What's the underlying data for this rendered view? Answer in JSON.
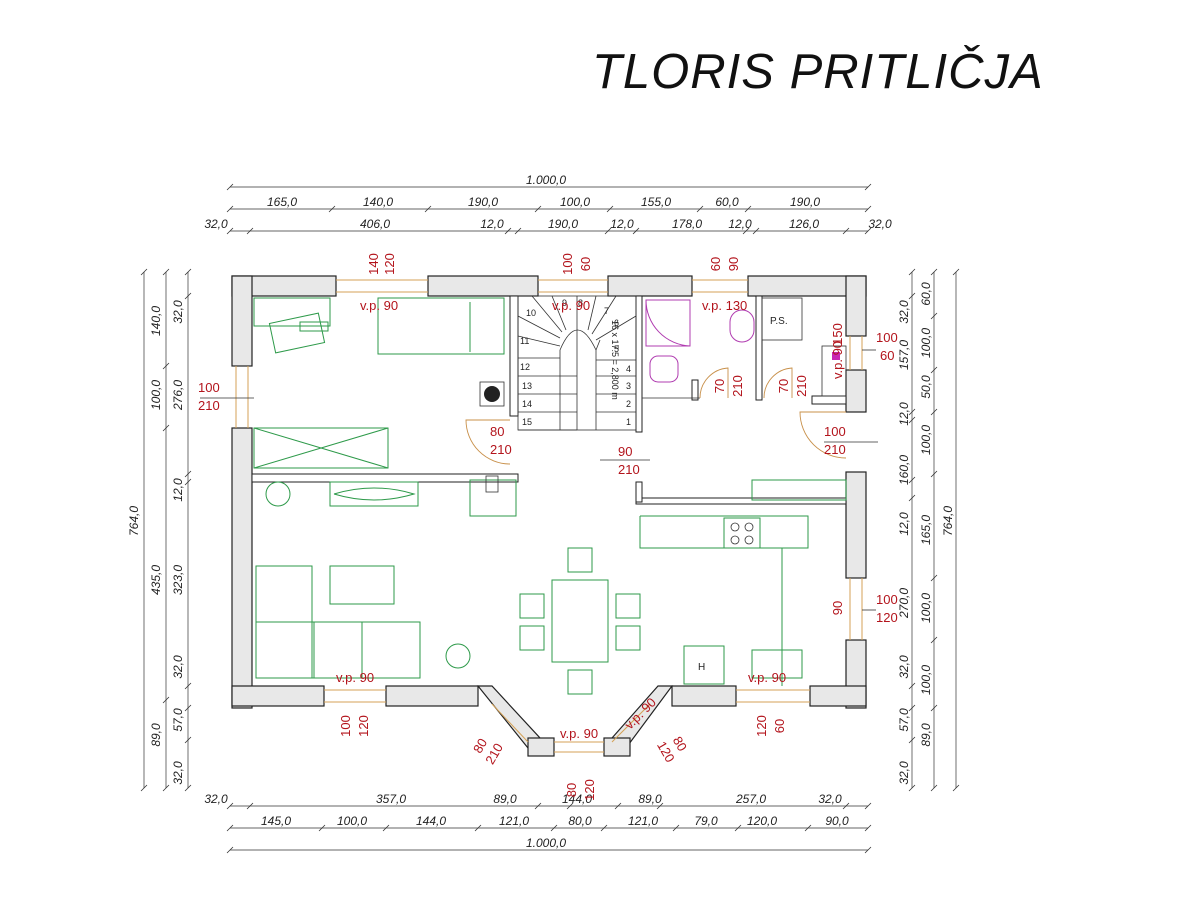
{
  "title": "TLORIS PRITLIČJA",
  "dims": {
    "top_total": "1.000,0",
    "top_row1": [
      "165,0",
      "140,0",
      "190,0",
      "100,0",
      "155,0",
      "60,0",
      "190,0"
    ],
    "top_row2": [
      "32,0",
      "406,0",
      "12,0",
      "190,0",
      "12,0",
      "178,0",
      "12,0",
      "126,0",
      "32,0"
    ],
    "bottom_row1": [
      "32,0",
      "357,0",
      "89,0",
      "144,0",
      "89,0",
      "257,0",
      "32,0"
    ],
    "bottom_row2": [
      "145,0",
      "100,0",
      "144,0",
      "121,0",
      "80,0",
      "121,0",
      "79,0",
      "120,0",
      "90,0"
    ],
    "bottom_total": "1.000,0",
    "left_total": "764,0",
    "left_outer": [
      "140,0",
      "100,0",
      "435,0",
      "89,0"
    ],
    "left_inner": [
      "32,0",
      "276,0",
      "12,0",
      "323,0",
      "32,0",
      "57,0",
      "32,0"
    ],
    "right_total": "764,0",
    "right_inner": [
      "32,0",
      "157,0",
      "12,0",
      "160,0",
      "12,0",
      "270,0",
      "32,0",
      "57,0",
      "32,0"
    ],
    "right_outer": [
      "60,0",
      "100,0",
      "50,0",
      "100,0",
      "165,0",
      "100,0",
      "100,0",
      "89,0"
    ]
  },
  "openings": [
    {
      "w": "140",
      "h": "120"
    },
    {
      "w": "100",
      "h": "60"
    },
    {
      "w": "60",
      "h": "90"
    },
    {
      "w": "100",
      "h": "210"
    },
    {
      "w": "80",
      "h": "210"
    },
    {
      "w": "90",
      "h": "210"
    },
    {
      "w": "70",
      "h": "210"
    },
    {
      "w": "70",
      "h": "210"
    },
    {
      "w": "150",
      "h": ""
    },
    {
      "w": "100",
      "h": "60"
    },
    {
      "w": "100",
      "h": "210"
    },
    {
      "w": "90",
      "h": ""
    },
    {
      "w": "100",
      "h": "120"
    },
    {
      "w": "100",
      "h": "120"
    },
    {
      "w": "80",
      "h": "210"
    },
    {
      "w": "80",
      "h": "120"
    },
    {
      "w": "80",
      "h": "120"
    },
    {
      "w": "120",
      "h": "60"
    }
  ],
  "labels": {
    "vp90": "v.p. 90",
    "vp130": "v.p. 130",
    "ps": "P.S.",
    "h": "H",
    "stair_calc": "16 x 17.5 = 2,800 m",
    "stair_steps": [
      "1",
      "2",
      "3",
      "4",
      "5",
      "6",
      "7",
      "8",
      "9",
      "10",
      "11",
      "12",
      "13",
      "14",
      "15"
    ]
  }
}
